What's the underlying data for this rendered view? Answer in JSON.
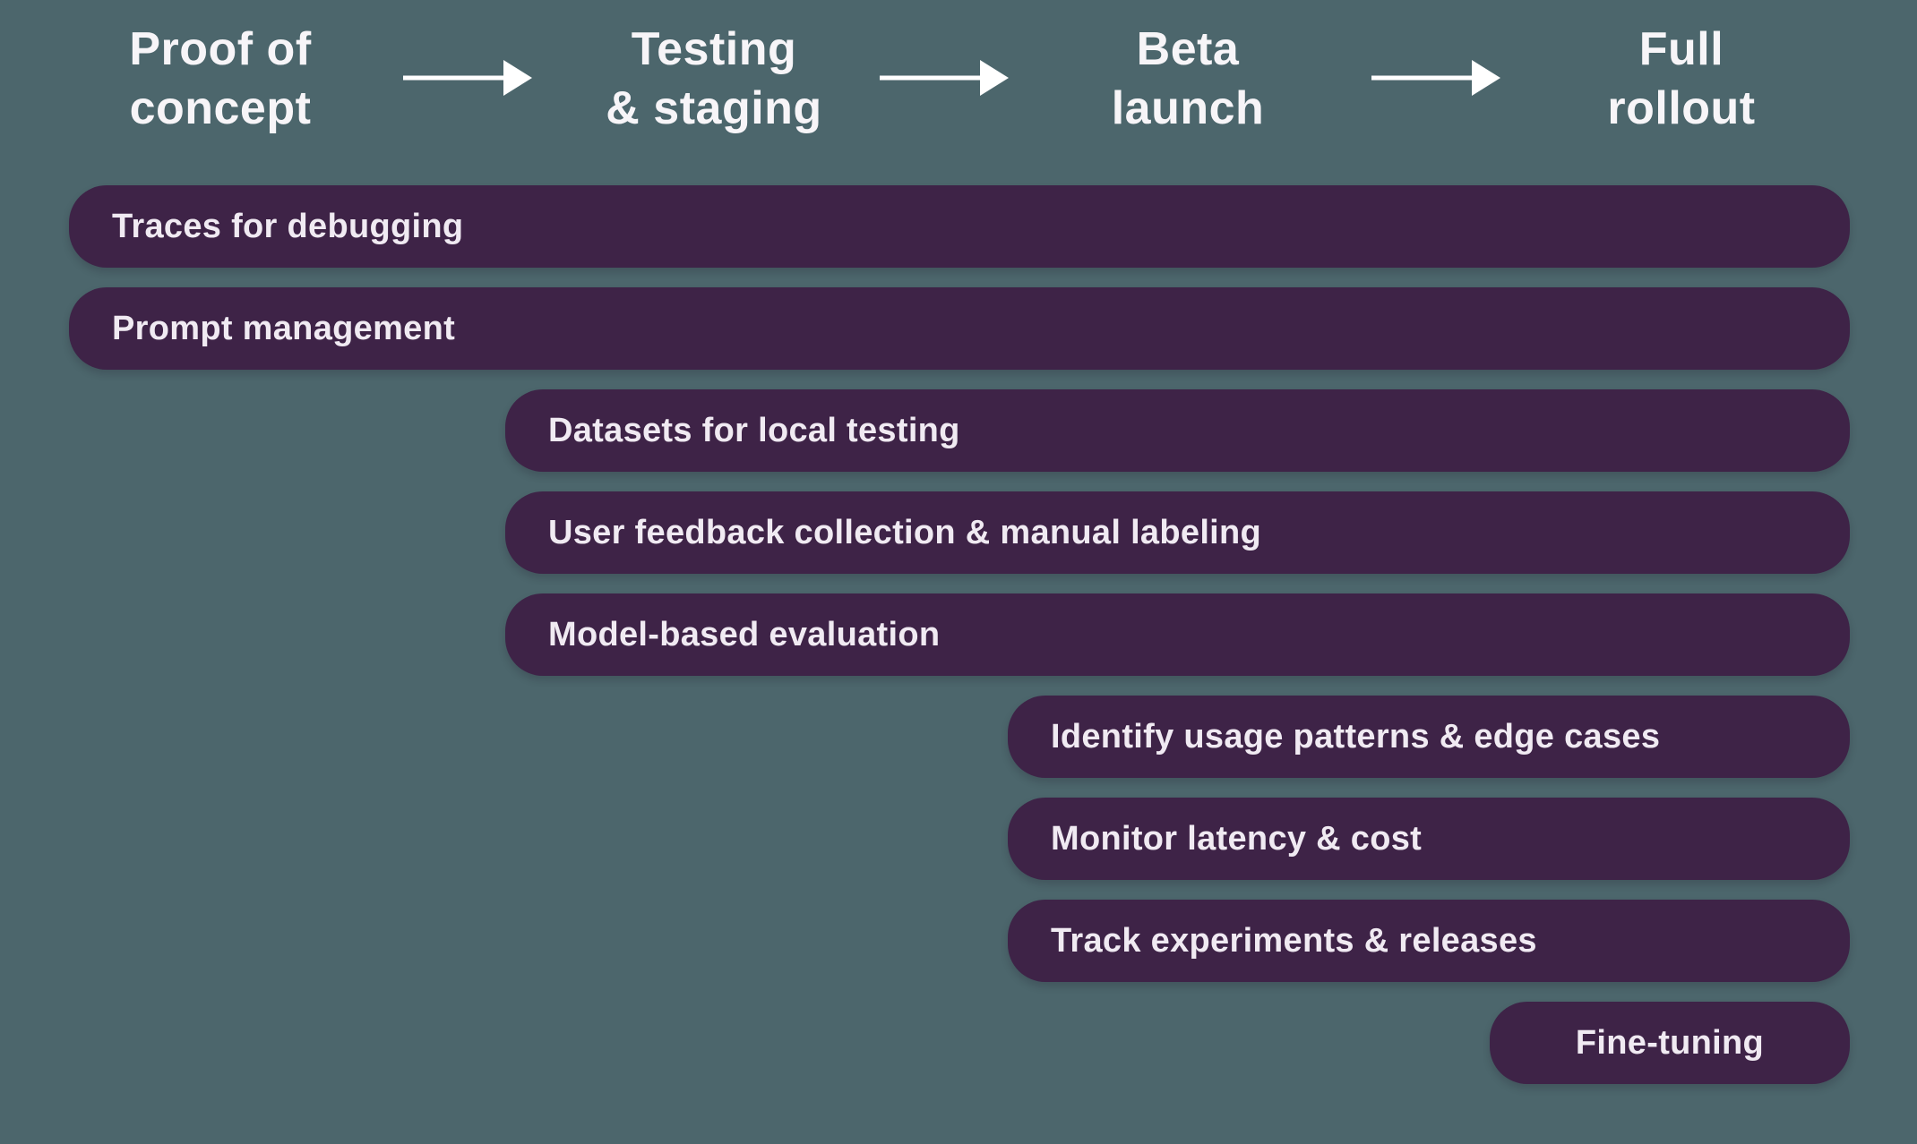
{
  "colors": {
    "background": "#4C666C",
    "bar": "#3E2347",
    "bar_text": "#F0EAF2",
    "header_text": "#F7F5F8",
    "arrow": "#FFFFFF"
  },
  "phases": [
    {
      "label": "Proof of\nconcept"
    },
    {
      "label": "Testing\n& staging"
    },
    {
      "label": "Beta\nlaunch"
    },
    {
      "label": "Full\nrollout"
    }
  ],
  "arrow_icon": "right-arrow",
  "bars": [
    {
      "label": "Traces for debugging",
      "start_phase": "Proof of concept",
      "end_phase": "Full rollout"
    },
    {
      "label": "Prompt management",
      "start_phase": "Proof of concept",
      "end_phase": "Full rollout"
    },
    {
      "label": "Datasets for local testing",
      "start_phase": "Testing & staging",
      "end_phase": "Full rollout"
    },
    {
      "label": "User feedback collection & manual labeling",
      "start_phase": "Testing & staging",
      "end_phase": "Full rollout"
    },
    {
      "label": "Model-based evaluation",
      "start_phase": "Testing & staging",
      "end_phase": "Full rollout"
    },
    {
      "label": "Identify usage patterns & edge cases",
      "start_phase": "Beta launch",
      "end_phase": "Full rollout"
    },
    {
      "label": "Monitor latency & cost",
      "start_phase": "Beta launch",
      "end_phase": "Full rollout"
    },
    {
      "label": "Track experiments & releases",
      "start_phase": "Beta launch",
      "end_phase": "Full rollout"
    },
    {
      "label": "Fine-tuning",
      "start_phase": "Full rollout",
      "end_phase": "Full rollout"
    }
  ]
}
